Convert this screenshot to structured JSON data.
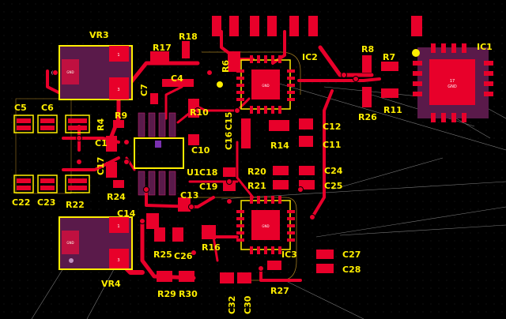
{
  "board": {
    "background": "#000000",
    "dot_color": "#1f1f1f",
    "copper_color": "#e8002a",
    "pad_color": "#f5183c",
    "silk_color": "#ffee00",
    "component_color": "#5a1a4a",
    "ratsnest_color": "#8a8a8a",
    "outline_color": "#a07a20"
  },
  "designators": {
    "vr3": "VR3",
    "vr4": "VR4",
    "ic1": "IC1",
    "ic2": "IC2",
    "ic3": "IC3",
    "u1": "U1",
    "c1": "C1",
    "c4": "C4",
    "c5": "C5",
    "c6": "C6",
    "c7": "C7",
    "c10": "C10",
    "c11": "C11",
    "c12": "C12",
    "c13": "C13",
    "c14": "C14",
    "c15": "C15",
    "c16": "C16",
    "c17": "C17",
    "c18": "C18",
    "c19": "C19",
    "c22": "C22",
    "c23": "C23",
    "c24": "C24",
    "c25": "C25",
    "c26": "C26",
    "c27": "C27",
    "c28": "C28",
    "c30": "C30",
    "c32": "C32",
    "r4": "R4",
    "r6": "R6",
    "r7": "R7",
    "r8": "R8",
    "r9": "R9",
    "r10": "R10",
    "r11": "R11",
    "r14": "R14",
    "r16": "R16",
    "r17": "R17",
    "r18": "R18",
    "r20": "R20",
    "r21": "R21",
    "r22": "R22",
    "r24": "R24",
    "r25": "R25",
    "r26": "R26",
    "r27": "R27",
    "r29": "R29",
    "r30": "R30"
  },
  "pad_text": {
    "gnd": "GND",
    "ic1_center": "17",
    "ic2_center": "GND",
    "ic3_center": "GND",
    "vr_pin1": "1",
    "vr_pin3": "3"
  }
}
